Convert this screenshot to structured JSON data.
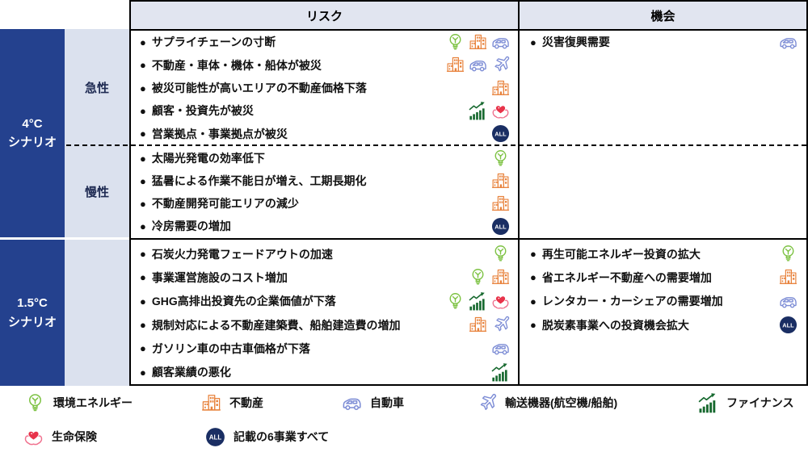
{
  "bullet": "●",
  "colors": {
    "scenario_bg": "#24418E",
    "type_column_bg": "#dbe1ee",
    "header_bg": "#e1e5f0",
    "border": "#000000",
    "energy_green": "#7DC243",
    "realestate_orange": "#E8823C",
    "vehicle_blue": "#7C8CD5",
    "finance_green": "#17692F",
    "insurance_pink": "#F0718E",
    "insurance_heart_red": "#E8334A",
    "all_navy": "#1A2E63"
  },
  "header": {
    "risk": "リスク",
    "opportunity": "機会"
  },
  "scenario_4c": {
    "line1": "4°C",
    "line2": "シナリオ"
  },
  "scenario_15": {
    "line1": "1.5°C",
    "line2": "シナリオ"
  },
  "type_labels": {
    "acute": "急性",
    "chronic": "慢性"
  },
  "table": {
    "sections": [
      {
        "scenario": "4°C シナリオ",
        "groups": [
          {
            "type_label": "急性",
            "risks": [
              {
                "text": "サプライチェーンの寸断",
                "icons": [
                  "energy",
                  "realestate",
                  "vehicle"
                ]
              },
              {
                "text": "不動産・車体・機体・船体が被災",
                "icons": [
                  "realestate",
                  "vehicle",
                  "aircraft"
                ]
              },
              {
                "text": "被災可能性が高いエリアの不動産価格下落",
                "icons": [
                  "realestate"
                ]
              },
              {
                "text": "顧客・投資先が被災",
                "icons": [
                  "finance",
                  "insurance"
                ]
              },
              {
                "text": "営業拠点・事業拠点が被災",
                "icons": [
                  "all"
                ]
              }
            ],
            "opportunities": [
              {
                "text": "災害復興需要",
                "icons": [
                  "vehicle"
                ]
              }
            ]
          },
          {
            "type_label": "慢性",
            "risks": [
              {
                "text": "太陽光発電の効率低下",
                "icons": [
                  "energy"
                ]
              },
              {
                "text": "猛暑による作業不能日が増え、工期長期化",
                "icons": [
                  "realestate"
                ]
              },
              {
                "text": "不動産開発可能エリアの減少",
                "icons": [
                  "realestate"
                ]
              },
              {
                "text": "冷房需要の増加",
                "icons": [
                  "all"
                ]
              }
            ],
            "opportunities": []
          }
        ]
      },
      {
        "scenario": "1.5°C シナリオ",
        "groups": [
          {
            "type_label": "",
            "risks": [
              {
                "text": "石炭火力発電フェードアウトの加速",
                "icons": [
                  "energy"
                ]
              },
              {
                "text": "事業運営施設のコスト増加",
                "icons": [
                  "energy",
                  "realestate"
                ]
              },
              {
                "text": "GHG高排出投資先の企業価値が下落",
                "icons": [
                  "energy",
                  "finance",
                  "insurance"
                ]
              },
              {
                "text": "規制対応による不動産建築費、船舶建造費の増加",
                "icons": [
                  "realestate",
                  "aircraft"
                ]
              },
              {
                "text": "ガソリン車の中古車価格が下落",
                "icons": [
                  "vehicle"
                ]
              },
              {
                "text": "顧客業績の悪化",
                "icons": [
                  "finance"
                ]
              }
            ],
            "opportunities": [
              {
                "text": "再生可能エネルギー投資の拡大",
                "icons": [
                  "energy"
                ]
              },
              {
                "text": "省エネルギー不動産への需要増加",
                "icons": [
                  "realestate"
                ]
              },
              {
                "text": "レンタカー・カーシェアの需要増加",
                "icons": [
                  "vehicle"
                ]
              },
              {
                "text": "脱炭素事業への投資機会拡大",
                "icons": [
                  "all"
                ]
              }
            ]
          }
        ]
      }
    ]
  },
  "legend": {
    "energy": {
      "label": "環境エネルギー",
      "icon": "energy"
    },
    "realestate": {
      "label": "不動産",
      "icon": "realestate"
    },
    "vehicle": {
      "label": "自動車",
      "icon": "vehicle"
    },
    "aircraft": {
      "label": "輸送機器(航空機/船舶)",
      "icon": "aircraft"
    },
    "finance": {
      "label": "ファイナンス",
      "icon": "finance"
    },
    "insurance": {
      "label": "生命保険",
      "icon": "insurance"
    },
    "all": {
      "label": "記載の6事業すべて",
      "icon": "all"
    },
    "all_badge_text": "ALL"
  }
}
